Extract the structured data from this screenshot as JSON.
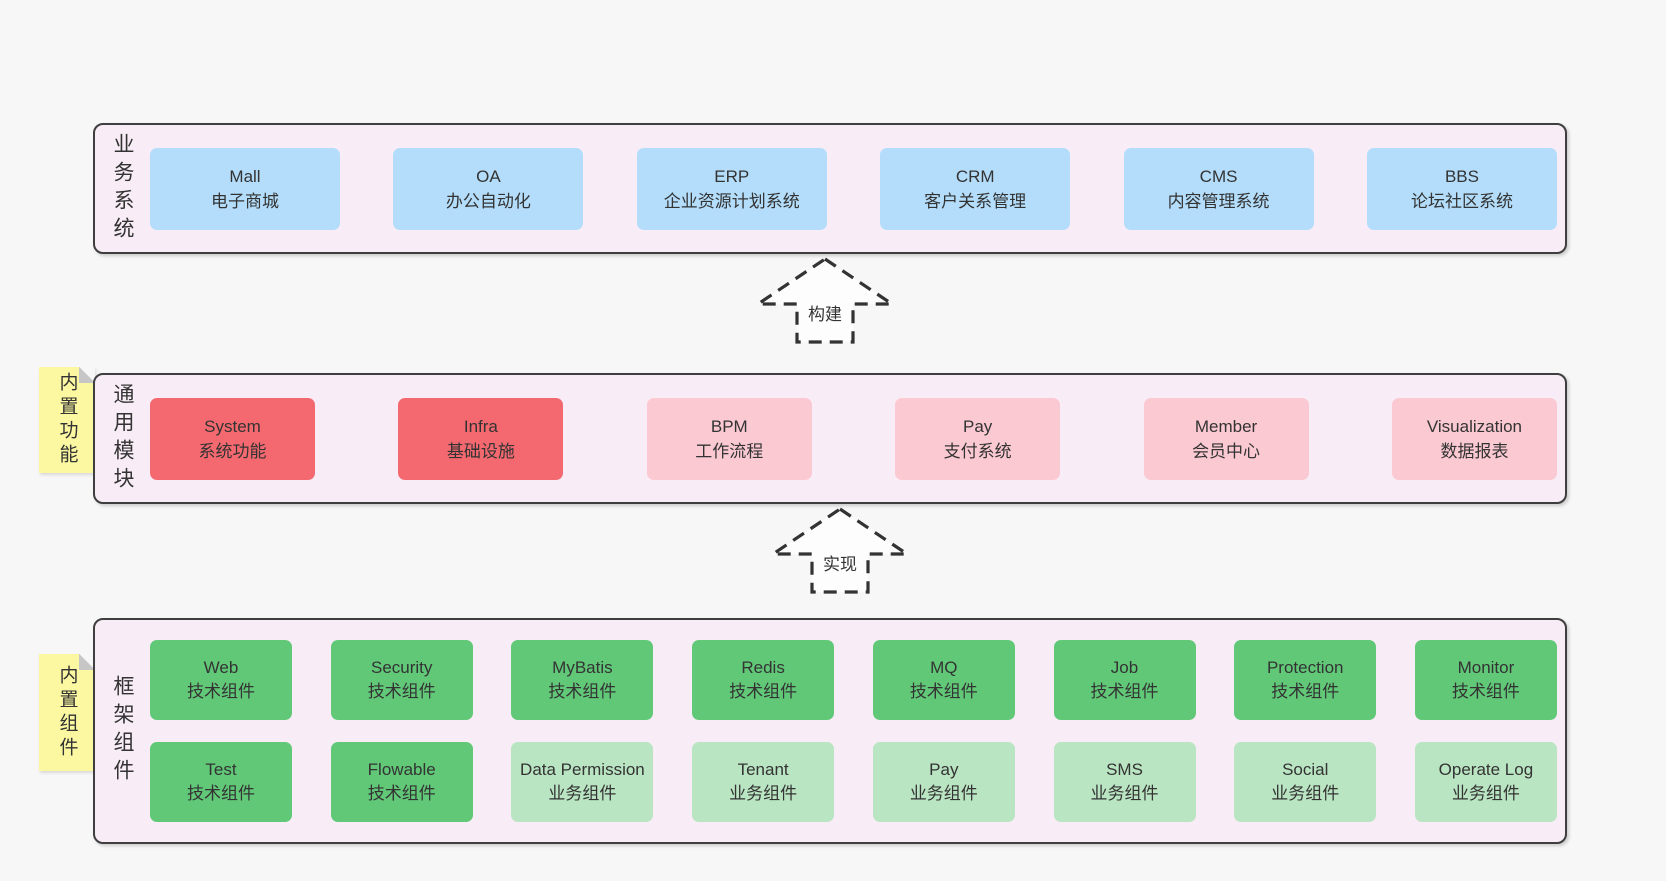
{
  "arrows": {
    "build": "构建",
    "implement": "实现"
  },
  "panels": {
    "business": {
      "side_label": "业务系统",
      "boxes": [
        {
          "name": "Mall",
          "sub": "电子商城"
        },
        {
          "name": "OA",
          "sub": "办公自动化"
        },
        {
          "name": "ERP",
          "sub": "企业资源计划系统"
        },
        {
          "name": "CRM",
          "sub": "客户关系管理"
        },
        {
          "name": "CMS",
          "sub": "内容管理系统"
        },
        {
          "name": "BBS",
          "sub": "论坛社区系统"
        }
      ]
    },
    "modules": {
      "note_label": "内置功能",
      "side_label": "通用模块",
      "boxes": [
        {
          "name": "System",
          "sub": "系统功能",
          "variant": "red"
        },
        {
          "name": "Infra",
          "sub": "基础设施",
          "variant": "red"
        },
        {
          "name": "BPM",
          "sub": "工作流程",
          "variant": "pink"
        },
        {
          "name": "Pay",
          "sub": "支付系统",
          "variant": "pink"
        },
        {
          "name": "Member",
          "sub": "会员中心",
          "variant": "pink"
        },
        {
          "name": "Visualization",
          "sub": "数据报表",
          "variant": "pink"
        }
      ]
    },
    "components": {
      "note_label": "内置组件",
      "side_label": "框架组件",
      "rows": [
        [
          {
            "name": "Web",
            "sub": "技术组件",
            "variant": "green-dark"
          },
          {
            "name": "Security",
            "sub": "技术组件",
            "variant": "green-dark"
          },
          {
            "name": "MyBatis",
            "sub": "技术组件",
            "variant": "green-dark"
          },
          {
            "name": "Redis",
            "sub": "技术组件",
            "variant": "green-dark"
          },
          {
            "name": "MQ",
            "sub": "技术组件",
            "variant": "green-dark"
          },
          {
            "name": "Job",
            "sub": "技术组件",
            "variant": "green-dark"
          },
          {
            "name": "Protection",
            "sub": "技术组件",
            "variant": "green-dark"
          },
          {
            "name": "Monitor",
            "sub": "技术组件",
            "variant": "green-dark"
          }
        ],
        [
          {
            "name": "Test",
            "sub": "技术组件",
            "variant": "green-dark"
          },
          {
            "name": "Flowable",
            "sub": "技术组件",
            "variant": "green-dark"
          },
          {
            "name": "Data Permission",
            "sub": "业务组件",
            "variant": "green-light"
          },
          {
            "name": "Tenant",
            "sub": "业务组件",
            "variant": "green-light"
          },
          {
            "name": "Pay",
            "sub": "业务组件",
            "variant": "green-light"
          },
          {
            "name": "SMS",
            "sub": "业务组件",
            "variant": "green-light"
          },
          {
            "name": "Social",
            "sub": "业务组件",
            "variant": "green-light"
          },
          {
            "name": "Operate Log",
            "sub": "业务组件",
            "variant": "green-light"
          }
        ]
      ]
    }
  },
  "colors": {
    "page_bg": "#f7f7f7",
    "panel_bg": "#f8edf6",
    "panel_border": "#3f3f3f",
    "box_blue": "#b3ddfa",
    "box_red": "#f4696f",
    "box_pink": "#fbc9d2",
    "box_green_dark": "#61c878",
    "box_green_light": "#bae5c2",
    "note_yellow": "#fbf8a1",
    "text": "#333333"
  }
}
